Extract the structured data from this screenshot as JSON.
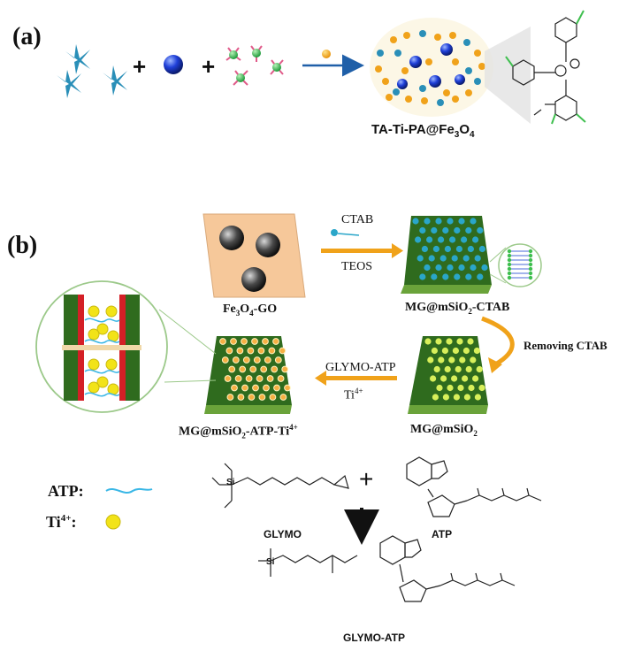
{
  "panel_a": {
    "label": "(a)",
    "plus1": "+",
    "plus2": "+",
    "product_main": "TA-Ti-PA@Fe",
    "product_sub1": "3",
    "product_mid": "O",
    "product_sub2": "4"
  },
  "panel_b": {
    "label": "(b)",
    "fe3o4_go": {
      "a": "Fe",
      "s1": "3",
      "b": "O",
      "s2": "4",
      "c": "-GO"
    },
    "ctab_label": "CTAB",
    "teos_label": "TEOS",
    "mg_msio2_ctab": {
      "a": "MG@mSiO",
      "s": "2",
      "b": "-CTAB"
    },
    "removing_ctab": "Removing CTAB",
    "glymo_atp_arrow": "GLYMO-ATP",
    "ti_arrow": {
      "a": "Ti",
      "sup": "4+"
    },
    "mg_msio2": {
      "a": "MG@mSiO",
      "s": "2"
    },
    "mg_final": {
      "a": "MG@mSiO",
      "s": "2",
      "b": "-ATP-Ti",
      "sup": "4+"
    },
    "legend": {
      "atp": "ATP:",
      "ti": {
        "a": "Ti",
        "sup": "4+",
        "b": ":"
      }
    },
    "reaction": {
      "plus": "+",
      "glymo": "GLYMO",
      "atp": "ATP",
      "product": "GLYMO-ATP"
    }
  },
  "colors": {
    "arrow_blue": "#1f5fa8",
    "arrow_gold": "#f0a21a",
    "substrate_orange": "#f6c89a",
    "sheet_green": "#2f6b1e",
    "pore_blue": "#2aa6c9",
    "pore_yellow": "#d8ef5a",
    "ti_yellow": "#f2e318",
    "channel_red": "#d41f26",
    "circle_outline": "#9cc98a"
  }
}
